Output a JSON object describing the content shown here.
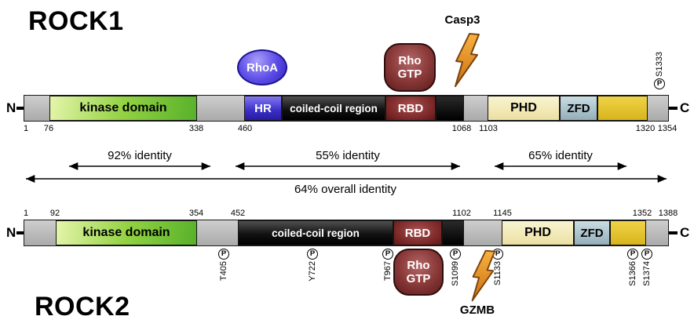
{
  "rock1": {
    "title": "ROCK1",
    "n_label": "N",
    "c_label": "C",
    "domains": {
      "kinase": "kinase domain",
      "hr": "HR",
      "coiled_coil": "coiled-coil region",
      "rbd": "RBD",
      "phd": "PHD",
      "zfd": "ZFD"
    },
    "positions": [
      "1",
      "76",
      "338",
      "460",
      "1068",
      "1103",
      "1320",
      "1354"
    ],
    "rhoa": "RhoA",
    "rho_gtp_line1": "Rho",
    "rho_gtp_line2": "GTP",
    "casp3": "Casp3",
    "phospho_symbol": "P",
    "phospho_site": "S1333"
  },
  "identity": {
    "kinase": "92% identity",
    "coiled_coil": "55% identity",
    "cterm": "65% identity",
    "overall": "64% overall identity"
  },
  "rock2": {
    "title": "ROCK2",
    "n_label": "N",
    "c_label": "C",
    "domains": {
      "kinase": "kinase domain",
      "coiled_coil": "coiled-coil region",
      "rbd": "RBD",
      "phd": "PHD",
      "zfd": "ZFD"
    },
    "positions": [
      "1",
      "92",
      "354",
      "452",
      "1102",
      "1145",
      "1352",
      "1388"
    ],
    "rho_gtp_line1": "Rho",
    "rho_gtp_line2": "GTP",
    "gzmb": "GZMB",
    "phospho_symbol": "P",
    "phospho_sites": [
      "T405",
      "Y722",
      "T967",
      "S1099",
      "S1133",
      "S1366",
      "S1374"
    ]
  },
  "colors": {
    "kinase_green": "#6cc033",
    "hr_blue": "#4438d0",
    "coiled_black": "#111111",
    "rbd_red": "#8c3030",
    "phd_cream": "#f2ecc0",
    "zfd_bluegray": "#a9c0ca",
    "cterm_yellow": "#e3c52f",
    "bar_gray": "#bdbdbd",
    "bolt_orange": "#e8891c",
    "rhoa_blue": "#5a4ae6"
  }
}
